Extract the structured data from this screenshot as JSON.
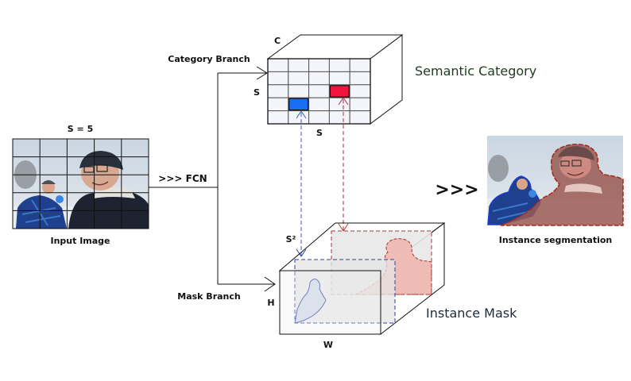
{
  "labels": {
    "grid_size": "S = 5",
    "input_image": "Input Image",
    "fcn": ">>> FCN",
    "category_branch": "Category Branch",
    "mask_branch": "Mask Branch",
    "semantic_category": "Semantic Category",
    "instance_mask": "Instance Mask",
    "output_arrow": ">>>",
    "instance_segmentation": "Instance segmentation",
    "dim_c": "C",
    "dim_s_left": "S",
    "dim_s_bottom": "S",
    "dim_s2": "S²",
    "dim_h": "H",
    "dim_w": "W"
  },
  "grid": {
    "rows": 5,
    "cols": 5,
    "highlighted_cells": [
      {
        "row": 3,
        "col": 1,
        "color": "#1a6ef5",
        "instance": "child"
      },
      {
        "row": 2,
        "col": 3,
        "color": "#f0143c",
        "instance": "adult"
      }
    ]
  },
  "colors": {
    "semantic_title": "#1e3b1e",
    "instance_title": "#1b2a3a",
    "blue_instance": "#2a3fb0",
    "red_instance": "#a52a2a",
    "cell_fill": "#f4f5fb"
  }
}
